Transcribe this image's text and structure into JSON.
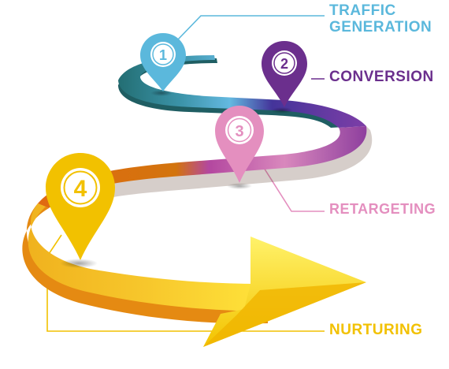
{
  "stages": [
    {
      "number": "1",
      "label_lines": [
        "TRAFFIC",
        "GENERATION"
      ],
      "color": "#5bb8dc",
      "pin_icon": "location-pin-icon"
    },
    {
      "number": "2",
      "label_lines": [
        "CONVERSION"
      ],
      "color": "#6b2f8d",
      "pin_icon": "location-pin-icon"
    },
    {
      "number": "3",
      "label_lines": [
        "RETARGETING"
      ],
      "color": "#e48fbf",
      "pin_icon": "location-pin-icon"
    },
    {
      "number": "4",
      "label_lines": [
        "NURTURING"
      ],
      "color": "#f2c100",
      "pin_icon": "location-pin-icon"
    }
  ],
  "road": {
    "segment_colors": [
      "#2d7f86",
      "#3f90bd",
      "#62b6df",
      "#4a3498",
      "#7b3ea6",
      "#9b4aa7",
      "#d37fb6",
      "#e06a12",
      "#f0a31c",
      "#f9c92a",
      "#ffe033"
    ],
    "arrow_icon": "arrow-right-icon"
  }
}
